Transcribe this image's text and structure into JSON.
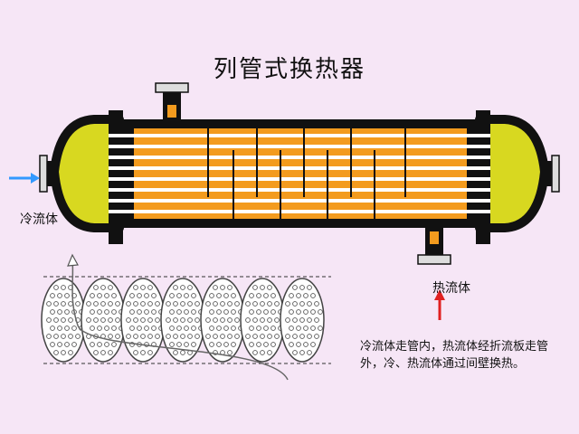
{
  "title": "列管式换热器",
  "labels": {
    "cold_fluid": "冷流体",
    "hot_fluid": "热流体"
  },
  "note": "冷流体走管内，热流体经折流板走管外，冷、热流体通过间壁换热。",
  "colors": {
    "background": "#f6e6f6",
    "shell": "#111111",
    "head": "#d8d820",
    "tube_field": "#f39b1e",
    "tube": "#ffffff",
    "nozzle": "#dcdcdc",
    "cold_arrow": "#3399ff",
    "hot_arrow": "#e02020"
  }
}
